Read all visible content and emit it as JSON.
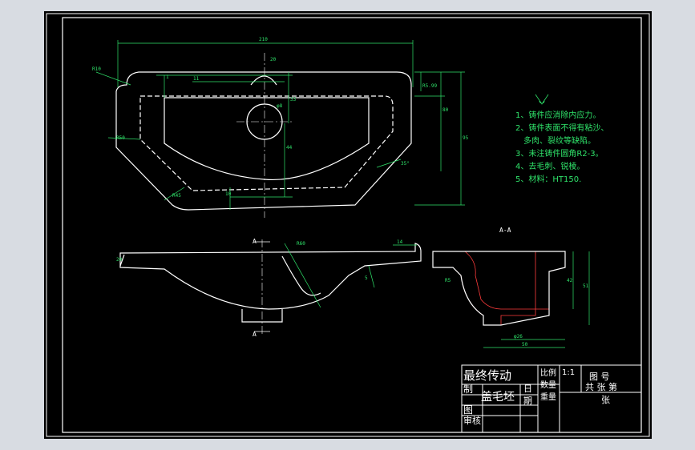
{
  "drawing": {
    "section_label": "A-A",
    "section_marks": [
      "A",
      "A"
    ],
    "dimensions": {
      "top_width": "210",
      "r_left_top": "R10",
      "r_left_mid": "R50",
      "r_left_bottom": "R45",
      "d_small": "20",
      "d_right": "R5.99",
      "d_h1": "1",
      "d_h2": "11",
      "d_v1": "33",
      "d_v2": "44",
      "d_v3": "80",
      "d_v4": "95",
      "d_bottom": "10",
      "angle": "35°",
      "d_hole": "φ8",
      "side_r": "R60",
      "side_t": "14",
      "side_d": "5",
      "side_l": "20",
      "sec_w1": "50",
      "sec_w2": "φ26",
      "sec_h1": "42",
      "sec_h2": "51",
      "sec_r": "R5"
    },
    "notes": [
      "1、铸件应消除内应力。",
      "2、铸件表面不得有粘沙、",
      "多肉、裂纹等缺陷。",
      "3、未注铸件圆角R2-3。",
      "4、去毛刺、锐棱。",
      "5、材料：HT150."
    ]
  },
  "title_block": {
    "title": "最终传动",
    "part_name": "盖毛坯",
    "label_zhi": "制",
    "label_tu": "图",
    "label_shen": "审核",
    "label_ri": "日",
    "label_qi": "期",
    "scale_label": "比例",
    "weight_label": "数量",
    "material_label": "重量",
    "scale_value": "1:1",
    "drawing_no_label": "图 号",
    "sheet_info": "共 张 第",
    "sheet_zhang": "张"
  },
  "colors": {
    "line": "#ffffff",
    "dimension": "#2fe36a",
    "background": "#000000",
    "hatch": "#ff3b3b"
  }
}
